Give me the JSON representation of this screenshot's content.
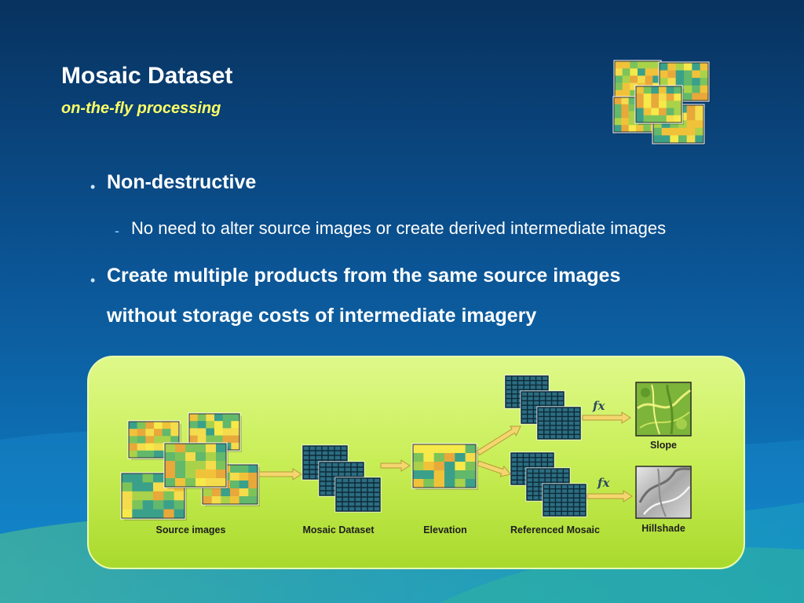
{
  "slide": {
    "title": "Mosaic Dataset",
    "subtitle": "on-the-fly processing",
    "bullets": [
      {
        "text": "Non-destructive",
        "sub": [
          "No need to alter source images or create derived intermediate images"
        ]
      },
      {
        "lines": [
          "Create multiple products from the same source images",
          "without storage costs of intermediate imagery"
        ]
      }
    ]
  },
  "diagram": {
    "labels": {
      "source": "Source images",
      "mosaic": "Mosaic Dataset",
      "elevation": "Elevation",
      "referenced": "Referenced Mosaic",
      "slope": "Slope",
      "hillshade": "Hillshade"
    },
    "function_symbol": "fx"
  },
  "colors": {
    "background_top": "#0b3a73",
    "background_bottom": "#0f7ac2",
    "panel": "#c9ef5c",
    "panel_border": "#a8d234",
    "title": "#ffffff",
    "subtitle": "#ffff66",
    "arrow": "#f3d66e"
  },
  "icons": {
    "bullet": "bullet-dot-icon",
    "sub_bullet": "dash-icon",
    "logo": "mosaic-tiles-logo-icon",
    "arrow": "arrow-right-icon"
  }
}
